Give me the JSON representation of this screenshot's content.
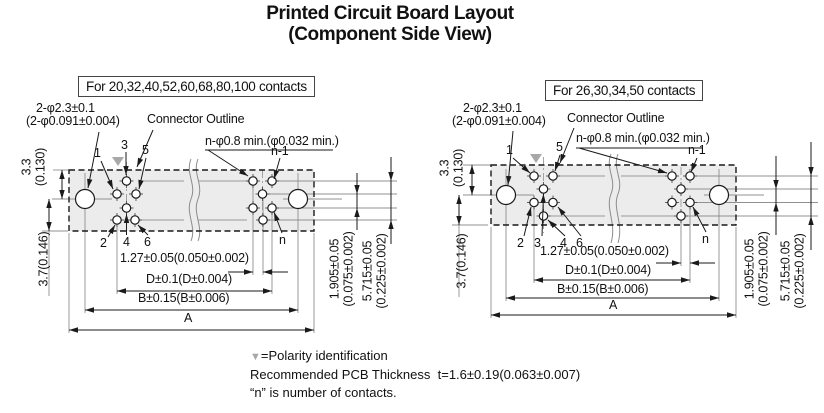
{
  "title": {
    "line1": "Printed Circuit Board Layout",
    "line2": "(Component Side View)"
  },
  "diagrams": [
    {
      "header": "For 20,32,40,52,60,68,80,100 contacts",
      "callouts": {
        "holes_line1": "2-φ2.3±0.1",
        "holes_line2": "(2-φ0.091±0.004)",
        "outline": "Connector Outline",
        "pads": "n-φ0.8 min.(φ0.032 min.)"
      },
      "pin_labels": {
        "p1": "1",
        "p2": "2",
        "p3": "3",
        "p4": "4",
        "p5": "5",
        "p6": "6",
        "last_top": "n-1",
        "last_bottom": "n"
      },
      "dims": {
        "pitch": "1.27±0.05(0.050±0.002)",
        "d": "D±0.1(D±0.004)",
        "b": "B±0.15(B±0.006)",
        "a": "A",
        "row_line1": "1.905±0.05",
        "row_line2": "(0.075±0.002)",
        "span_line1": "5.715±0.05",
        "span_line2": "(0.225±0.002)",
        "v33_line1": "3.3",
        "v33_line2": "(0.130)",
        "v37": "3.7(0.146)"
      }
    },
    {
      "header": "For 26,30,34,50 contacts",
      "callouts": {
        "holes_line1": "2-φ2.3±0.1",
        "holes_line2": "(2-φ0.091±0.004)",
        "outline": "Connector Outline",
        "pads": "n-φ0.8 min.(φ0.032 min.)"
      },
      "pin_labels": {
        "p1": "1",
        "p2": "2",
        "p3": "3",
        "p4": "4",
        "p5": "5",
        "p6": "6",
        "last_top": "n-1",
        "last_bottom": "n"
      },
      "dims": {
        "pitch": "1.27±0.05(0.050±0.002)",
        "d": "D±0.1(D±0.004)",
        "b": "B±0.15(B±0.006)",
        "a": "A",
        "row_line1": "1.905±0.05",
        "row_line2": "(0.075±0.002)",
        "span_line1": "5.715±0.05",
        "span_line2": "(0.225±0.002)",
        "v33_line1": "3.3",
        "v33_line2": "(0.130)",
        "v37": "3.7(0.146)"
      }
    }
  ],
  "notes": {
    "polarity_symbol": "▼",
    "polarity_text": "=Polarity identification",
    "thickness": "Recommended PCB Thickness  t=1.6±0.19(0.063±0.007)",
    "contacts": "“n” is number of contacts."
  },
  "colors": {
    "line": "#1a1a1a",
    "band": "#ececec",
    "polarity_triangle": "#a8a8a8"
  }
}
